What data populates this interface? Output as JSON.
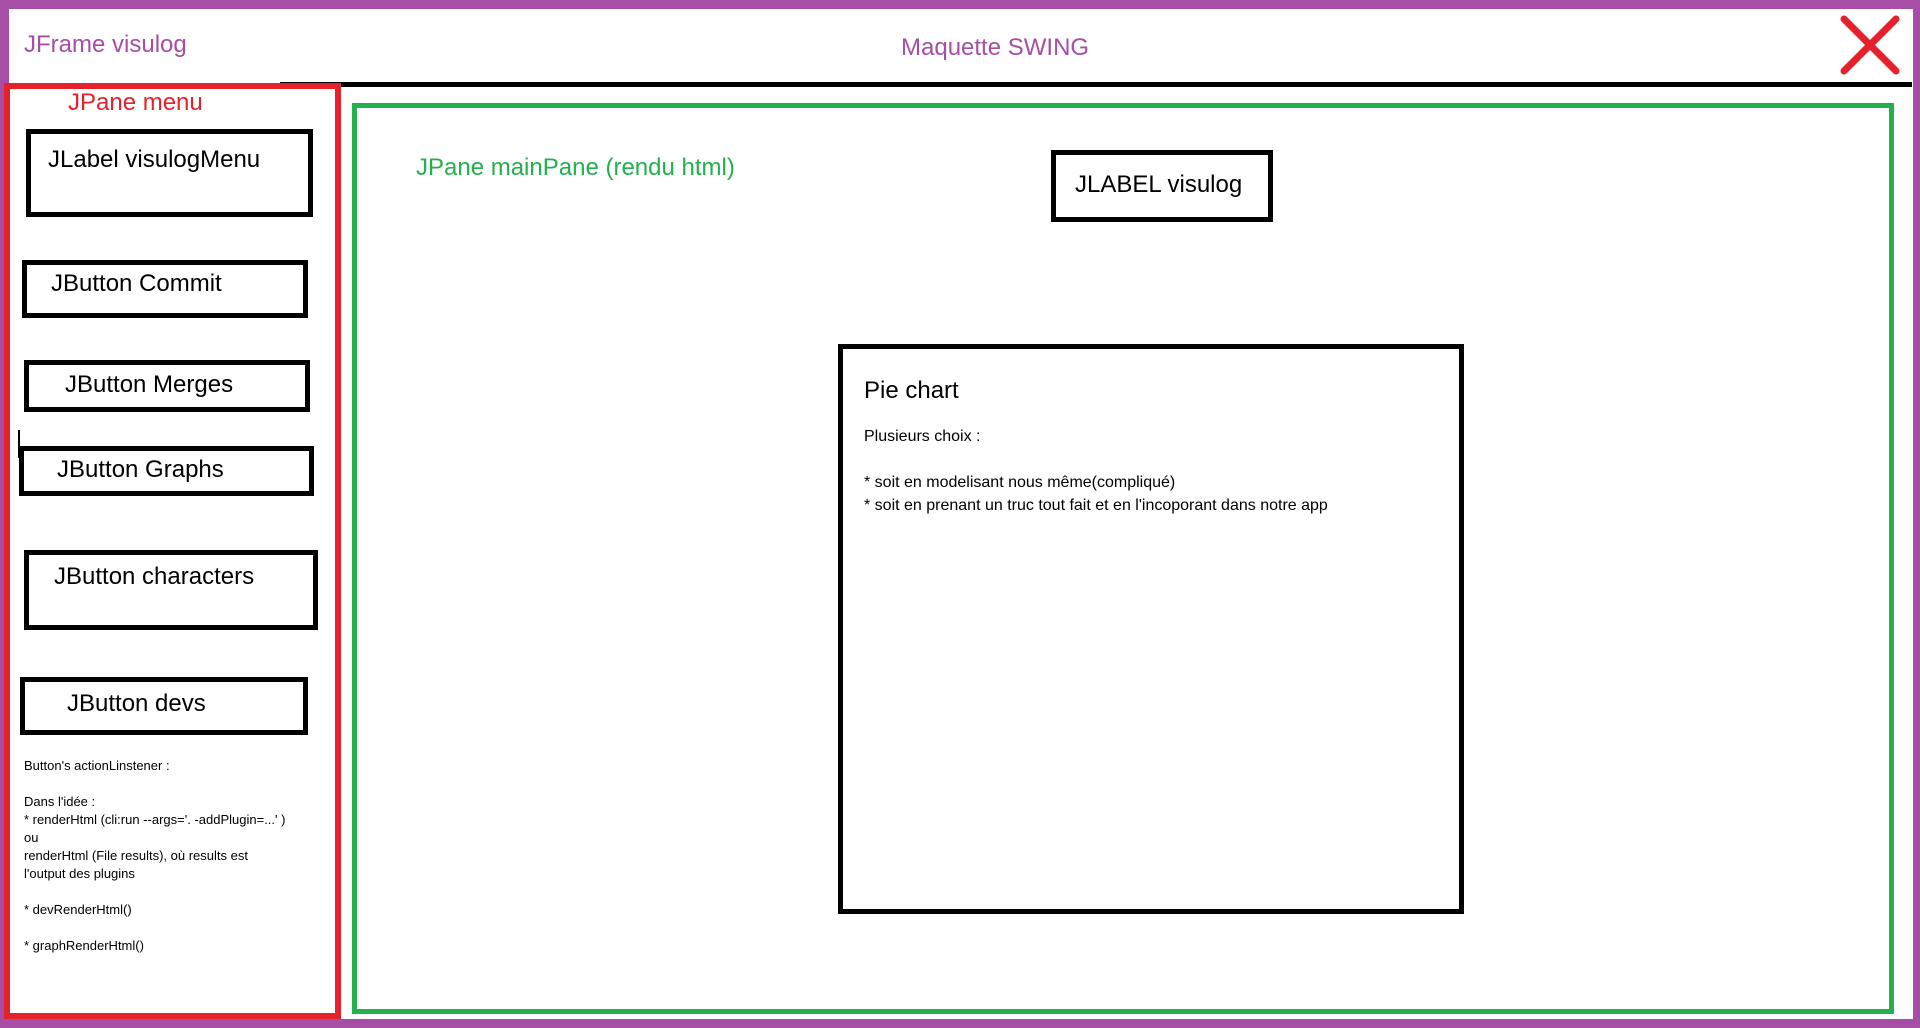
{
  "window": {
    "title_left": "JFrame visulog",
    "title_center": "Maquette SWING",
    "close_icon": "close-icon",
    "frame_color": "#a64ea6"
  },
  "menu_pane": {
    "label": "JPane menu",
    "color": "#e5212c",
    "jlabel": "JLabel visulogMenu",
    "buttons": {
      "commit": "JButton Commit",
      "merges": "JButton Merges",
      "graphs": "JButton Graphs",
      "characters": "JButton characters",
      "devs": "JButton devs"
    },
    "notes": "Button's actionLinstener :\n\nDans l'idée :\n* renderHtml (cli:run --args='. -addPlugin=...' )\nou\nrenderHtml (File results), où results est\nl'output des plugins\n\n* devRenderHtml()\n\n* graphRenderHtml()"
  },
  "main_pane": {
    "label": "JPane mainPane (rendu html)",
    "color": "#22b14c",
    "jlabel": "JLABEL visulog",
    "pie_box": {
      "title": "Pie chart",
      "notes": "Plusieurs choix :\n\n* soit en modelisant nous même(compliqué)\n* soit en prenant un truc tout fait et en l'incoporant dans notre app"
    }
  }
}
